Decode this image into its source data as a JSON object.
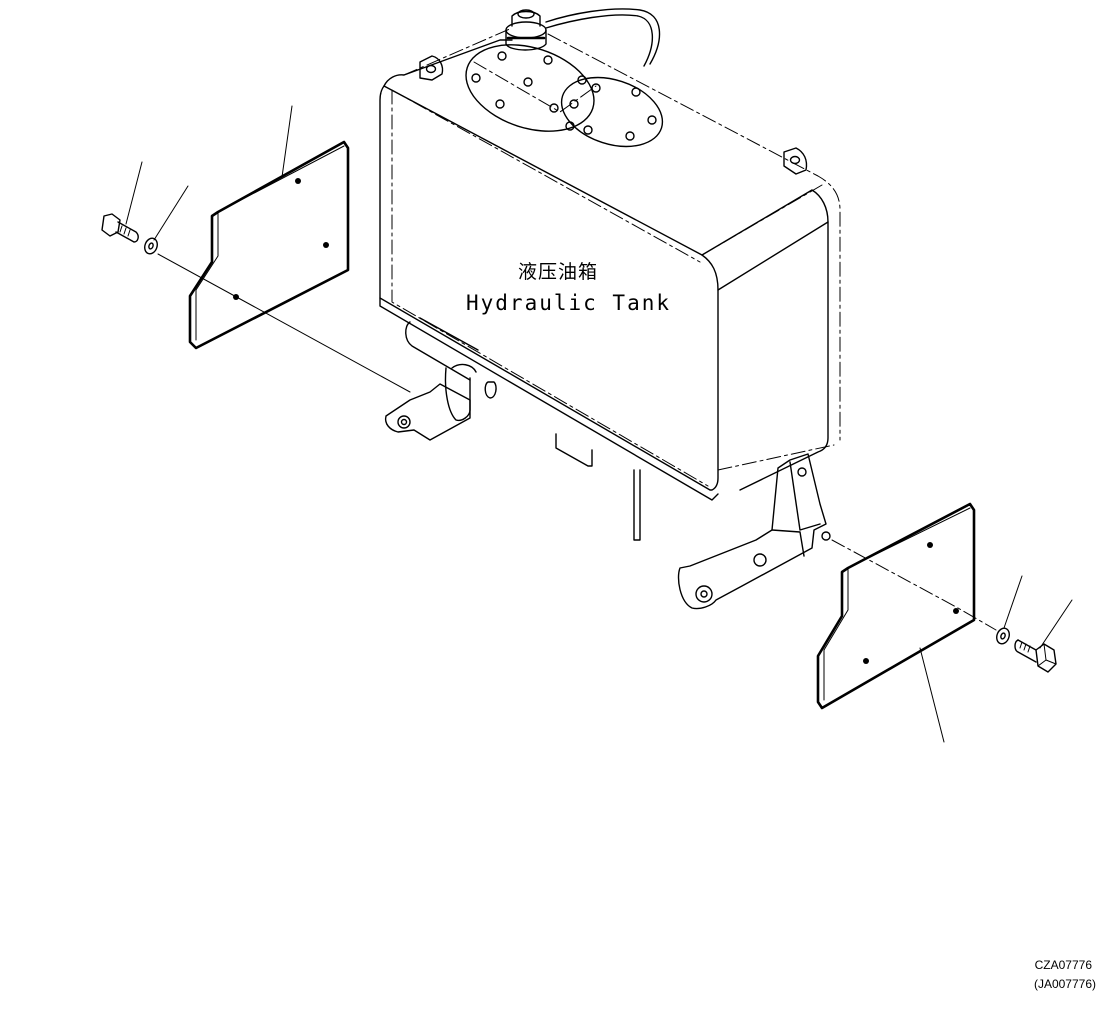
{
  "diagram": {
    "tank_label_cn": "液压油箱",
    "tank_label_en": "Hydraulic Tank",
    "drawing_code": "CZA07776",
    "drawing_ref": "(JA007776)"
  }
}
